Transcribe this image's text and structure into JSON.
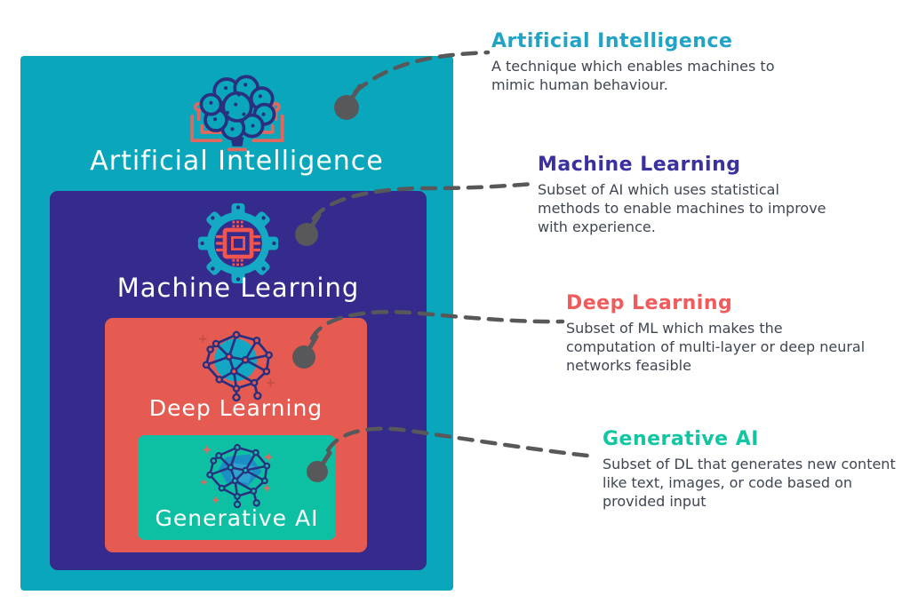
{
  "palette": {
    "page_background": "#ffffff",
    "ai_box": "#0aa6bc",
    "ml_box": "#342b8c",
    "dl_box": "#e55b52",
    "gen_box": "#0dc0a3",
    "box_label_text": "#ffffff",
    "description_text": "#3f4652",
    "connector": "#58585a",
    "icon_navy": "#2a2f7f",
    "icon_red": "#e2685f",
    "gear_teal": "#16a9c4",
    "chip_red": "#f2554d"
  },
  "connector": {
    "style": "dashed",
    "color": "#58585a",
    "endpoint": "filled-dot"
  },
  "diagram": {
    "boxes": [
      {
        "id": "ai",
        "label": "Artificial Intelligence",
        "color": "#0aa6bc",
        "icon": "brain-circuit-icon"
      },
      {
        "id": "ml",
        "label": "Machine Learning",
        "color": "#342b8c",
        "icon": "gear-chip-icon"
      },
      {
        "id": "dl",
        "label": "Deep Learning",
        "color": "#e55b52",
        "icon": "neural-network-icon"
      },
      {
        "id": "gen",
        "label": "Generative AI",
        "color": "#0dc0a3",
        "icon": "generative-network-icon"
      }
    ]
  },
  "notes": [
    {
      "title": "Artificial Intelligence",
      "title_color": "#21a3c6",
      "desc_lines": [
        "A technique which enables machines to",
        "mimic human behaviour."
      ]
    },
    {
      "title": "Machine Learning",
      "title_color": "#3a30a0",
      "desc_lines": [
        "Subset of AI which uses statistical",
        "methods to enable machines to improve",
        "with experience."
      ]
    },
    {
      "title": "Deep Learning",
      "title_color": "#f15b5b",
      "desc_lines": [
        "Subset of ML which makes the",
        "computation of multi-layer or deep neural",
        "networks feasible"
      ]
    },
    {
      "title": "Generative AI",
      "title_color": "#10c6a3",
      "desc_lines": [
        "Subset of DL that generates new content",
        "like text, images, or code based on",
        "provided input"
      ]
    }
  ]
}
